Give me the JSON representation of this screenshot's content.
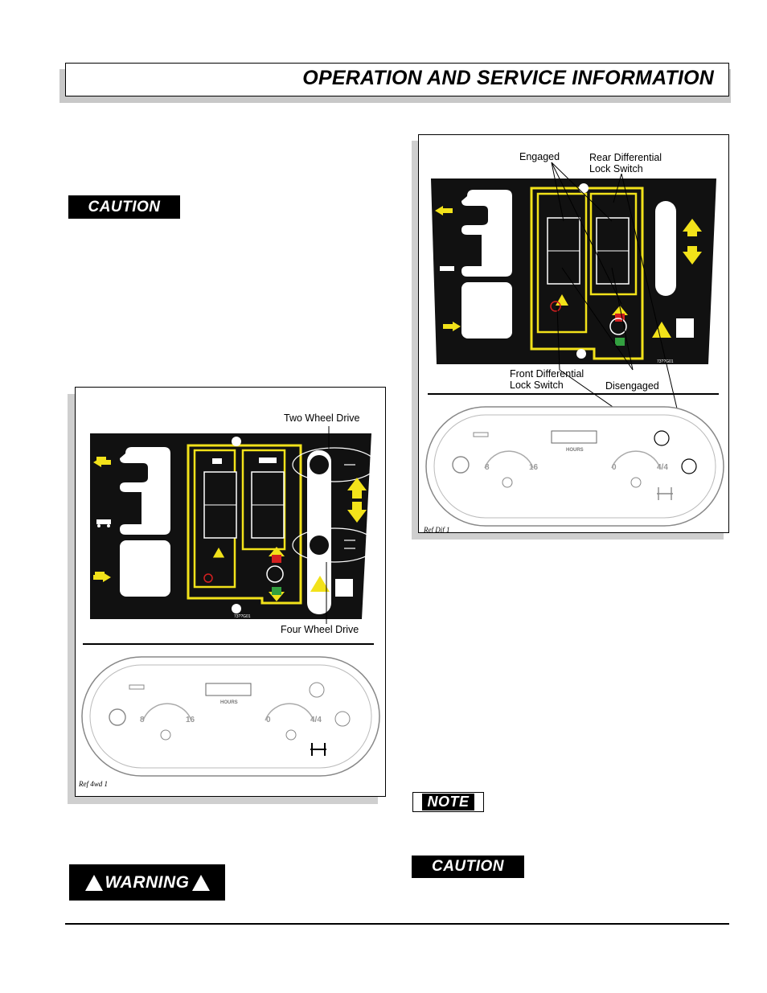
{
  "header": {
    "title": "OPERATION AND SERVICE INFORMATION"
  },
  "badges": {
    "caution_1": "CAUTION",
    "caution_2": "CAUTION",
    "warning": "WARNING",
    "note": "NOTE"
  },
  "figure_4wd": {
    "labels": {
      "two_wheel": "Two Wheel Drive",
      "four_wheel": "Four Wheel Drive"
    },
    "part_number": "73??G01",
    "dash_hours": "HOURS",
    "dash_gauge_left": [
      "8",
      "16"
    ],
    "dash_gauge_right": [
      "0",
      "4/4"
    ],
    "ref": "Ref 4wd 1"
  },
  "figure_dif": {
    "labels": {
      "engaged": "Engaged",
      "rear_lock": [
        "Rear Differential",
        "Lock Switch"
      ],
      "front_lock": [
        "Front Differential",
        "Lock Switch"
      ],
      "disengaged": "Disengaged"
    },
    "part_number": "73??G01",
    "dash_hours": "HOURS",
    "dash_gauge_left": [
      "8",
      "16"
    ],
    "dash_gauge_right": [
      "0",
      "4/4"
    ],
    "ref": "Ref Dif 1"
  },
  "colors": {
    "panel": "#111111",
    "accent_yellow": "#f2e21a",
    "lock_red": "#d42020",
    "unlock_green": "#33a040",
    "shadow": "#c8c8c8"
  }
}
